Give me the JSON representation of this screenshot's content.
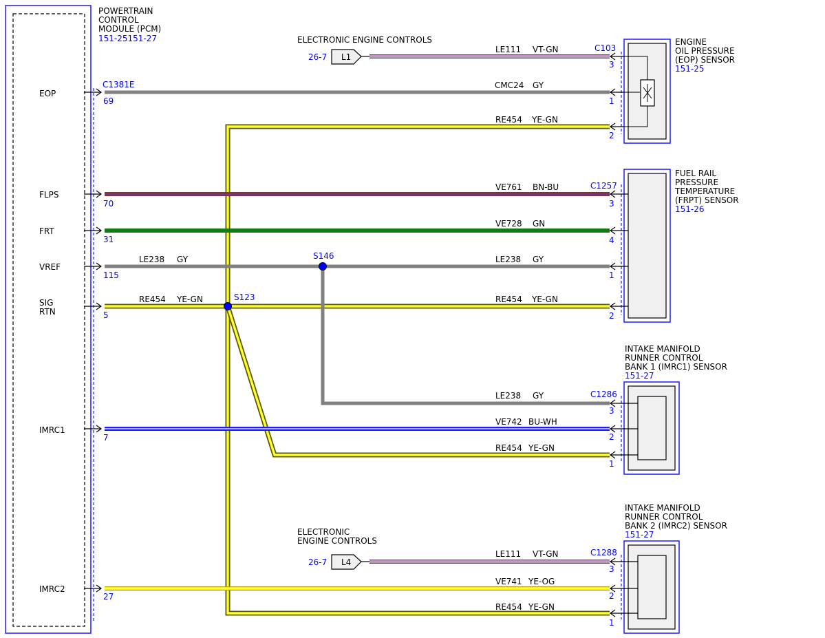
{
  "pcm": {
    "title_lines": [
      "POWERTRAIN",
      "CONTROL",
      "MODULE (PCM)"
    ],
    "refs": "151-25151-27",
    "connector": "C1381E"
  },
  "pcm_pins": [
    {
      "name": "EOP",
      "pin": "69"
    },
    {
      "name": "FLPS",
      "pin": "70"
    },
    {
      "name": "FRT",
      "pin": "31"
    },
    {
      "name": "VREF",
      "pin": "115"
    },
    {
      "name_lines": [
        "SIG",
        "RTN"
      ],
      "pin": "5"
    },
    {
      "name": "IMRC1",
      "pin": "7"
    },
    {
      "name": "IMRC2",
      "pin": "27"
    }
  ],
  "components": {
    "eop": {
      "name_lines": [
        "ENGINE",
        "OIL PRESSURE",
        "(EOP) SENSOR"
      ],
      "ref": "151-25",
      "connector": "C103",
      "pins": [
        "3",
        "1",
        "2"
      ]
    },
    "frpt": {
      "name_lines": [
        "FUEL RAIL",
        "PRESSURE",
        "TEMPERATURE",
        "(FRPT) SENSOR"
      ],
      "ref": "151-26",
      "connector": "C1257",
      "pins": [
        "3",
        "4",
        "1",
        "2"
      ]
    },
    "imrc1": {
      "name_lines": [
        "INTAKE MANIFOLD",
        "RUNNER CONTROL",
        "BANK 1 (IMRC1) SENSOR"
      ],
      "ref": "151-27",
      "connector": "C1286",
      "pins": [
        "3",
        "2",
        "1"
      ]
    },
    "imrc2": {
      "name_lines": [
        "INTAKE MANIFOLD",
        "RUNNER CONTROL",
        "BANK 2 (IMRC2) SENSOR"
      ],
      "ref": "151-27",
      "connector": "C1288",
      "pins": [
        "3",
        "2",
        "1"
      ]
    }
  },
  "offpage": [
    {
      "title_lines": [
        "ELECTRONIC ENGINE CONTROLS"
      ],
      "page_ref": "26-7",
      "label": "L1"
    },
    {
      "title_lines": [
        "ELECTRONIC",
        "ENGINE CONTROLS"
      ],
      "page_ref": "26-7",
      "label": "L4"
    }
  ],
  "splices": [
    "S146",
    "S123"
  ],
  "wires": {
    "eop_vtgn": {
      "circuit": "LE111",
      "color": "VT-GN"
    },
    "eop_gy": {
      "circuit": "CMC24",
      "color": "GY"
    },
    "eop_yegn": {
      "circuit": "RE454",
      "color": "YE-GN"
    },
    "frpt_bnbu": {
      "circuit": "VE761",
      "color": "BN-BU"
    },
    "frpt_gn": {
      "circuit": "VE728",
      "color": "GN"
    },
    "vref_left": {
      "circuit": "LE238",
      "color": "GY"
    },
    "vref_right": {
      "circuit": "LE238",
      "color": "GY"
    },
    "sig_left": {
      "circuit": "RE454",
      "color": "YE-GN"
    },
    "sig_right": {
      "circuit": "RE454",
      "color": "YE-GN"
    },
    "imrc1_gy": {
      "circuit": "LE238",
      "color": "GY"
    },
    "imrc1_buwh": {
      "circuit": "VE742",
      "color": "BU-WH"
    },
    "imrc1_yegn": {
      "circuit": "RE454",
      "color": "YE-GN"
    },
    "imrc2_vtgn": {
      "circuit": "LE111",
      "color": "VT-GN"
    },
    "imrc2_yeog": {
      "circuit": "VE741",
      "color": "YE-OG"
    },
    "imrc2_yegn": {
      "circuit": "RE454",
      "color": "YE-GN"
    }
  },
  "colors": {
    "yellow": "#ffff33",
    "yellow_outline": "#5a5a00",
    "gray": "#808080",
    "green": "#127a12",
    "blue": "#1a1aff",
    "violet": "#e79be7",
    "brown": "#8b2e2e",
    "label_blue": "#0000ff"
  }
}
